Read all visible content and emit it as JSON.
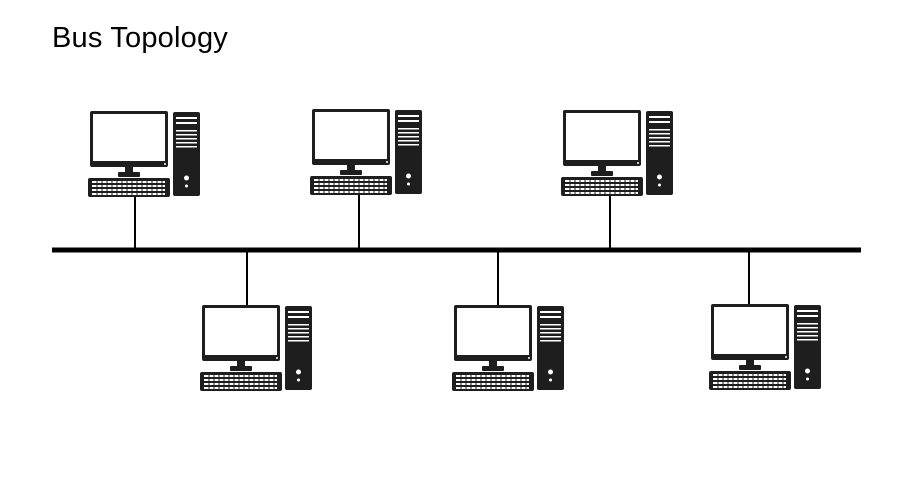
{
  "title": "Bus Topology",
  "colors": {
    "ink": "#1e1e1e",
    "screen": "#ffffff",
    "background": "#ffffff"
  },
  "icons": {
    "workstation": "computer-workstation-icon"
  },
  "diagram": {
    "topology": "bus",
    "nodes_above_bus": 3,
    "nodes_below_bus": 3
  }
}
